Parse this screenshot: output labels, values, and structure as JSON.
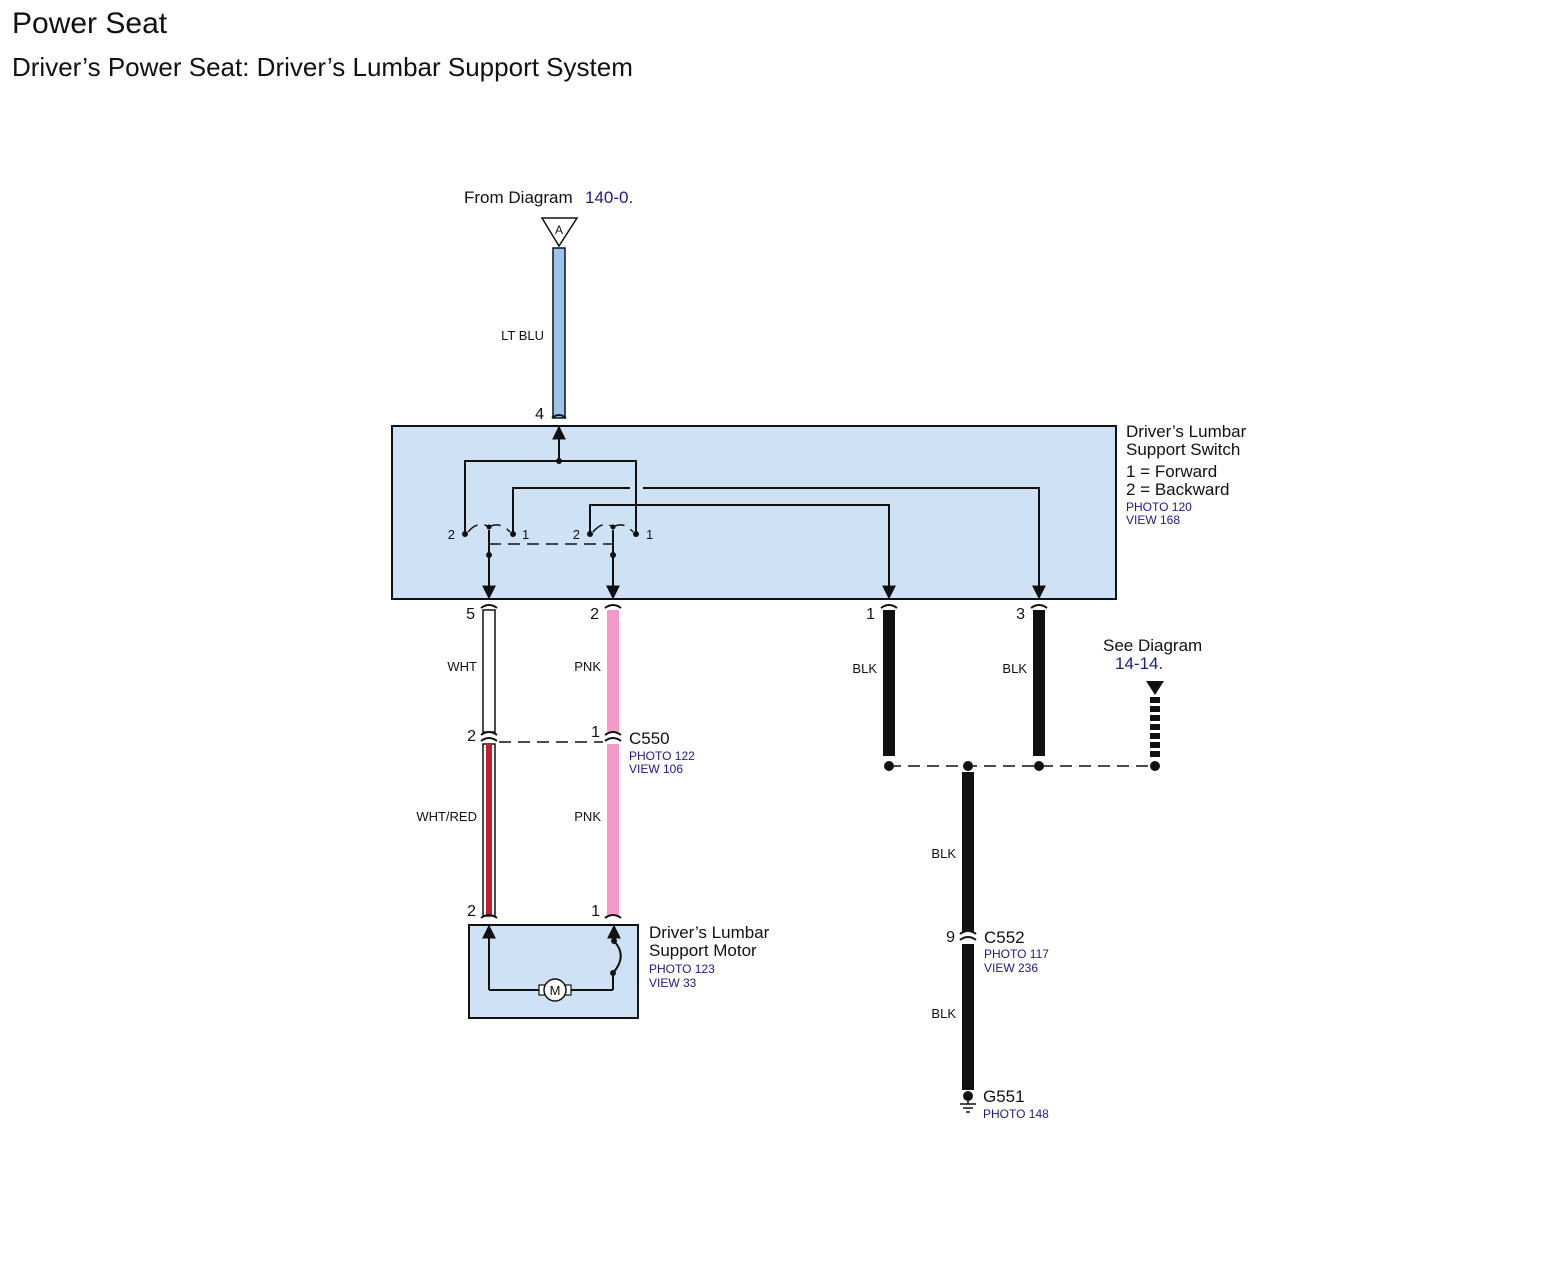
{
  "header": {
    "title": "Power Seat",
    "subtitle": "Driver’s Power Seat: Driver’s Lumbar Support System"
  },
  "from_ref": {
    "prefix": "From Diagram",
    "number": "140-0.",
    "connector_letter": "A"
  },
  "see_ref": {
    "prefix": "See Diagram",
    "number": "14-14."
  },
  "colors": {
    "lt_blu": "#9cc3e8",
    "pnk": "#f49ac8",
    "wht": "#ffffff",
    "red": "#c0202a",
    "blk": "#111111",
    "box_fill": "#cfe2f5"
  },
  "switch": {
    "name_line1": "Driver’s Lumbar",
    "name_line2": "Support Switch",
    "pos1": "1 = Forward",
    "pos2": "2 = Backward",
    "photo": "PHOTO 120",
    "view": "VIEW 168",
    "top_pin": "4",
    "bottom_pins": [
      "5",
      "2",
      "1",
      "3"
    ],
    "contact_a": [
      "2",
      "1"
    ],
    "contact_b": [
      "2",
      "1"
    ]
  },
  "wires": {
    "lt_blu": "LT BLU",
    "wht": "WHT",
    "pnk_upper": "PNK",
    "blk_1": "BLK",
    "blk_3": "BLK",
    "wht_red": "WHT/RED",
    "pnk_lower": "PNK",
    "blk_ground": "BLK",
    "blk_lower": "BLK"
  },
  "c550": {
    "name": "C550",
    "photo": "PHOTO 122",
    "view": "VIEW 106",
    "pin_left": "2",
    "pin_right": "1"
  },
  "motor": {
    "name_line1": "Driver’s Lumbar",
    "name_line2": "Support Motor",
    "photo": "PHOTO 123",
    "view": "VIEW 33",
    "pin_left": "2",
    "pin_right": "1",
    "symbol": "M"
  },
  "c552": {
    "name": "C552",
    "photo": "PHOTO 117",
    "view": "VIEW 236",
    "pin": "9"
  },
  "g551": {
    "name": "G551",
    "photo": "PHOTO 148"
  }
}
